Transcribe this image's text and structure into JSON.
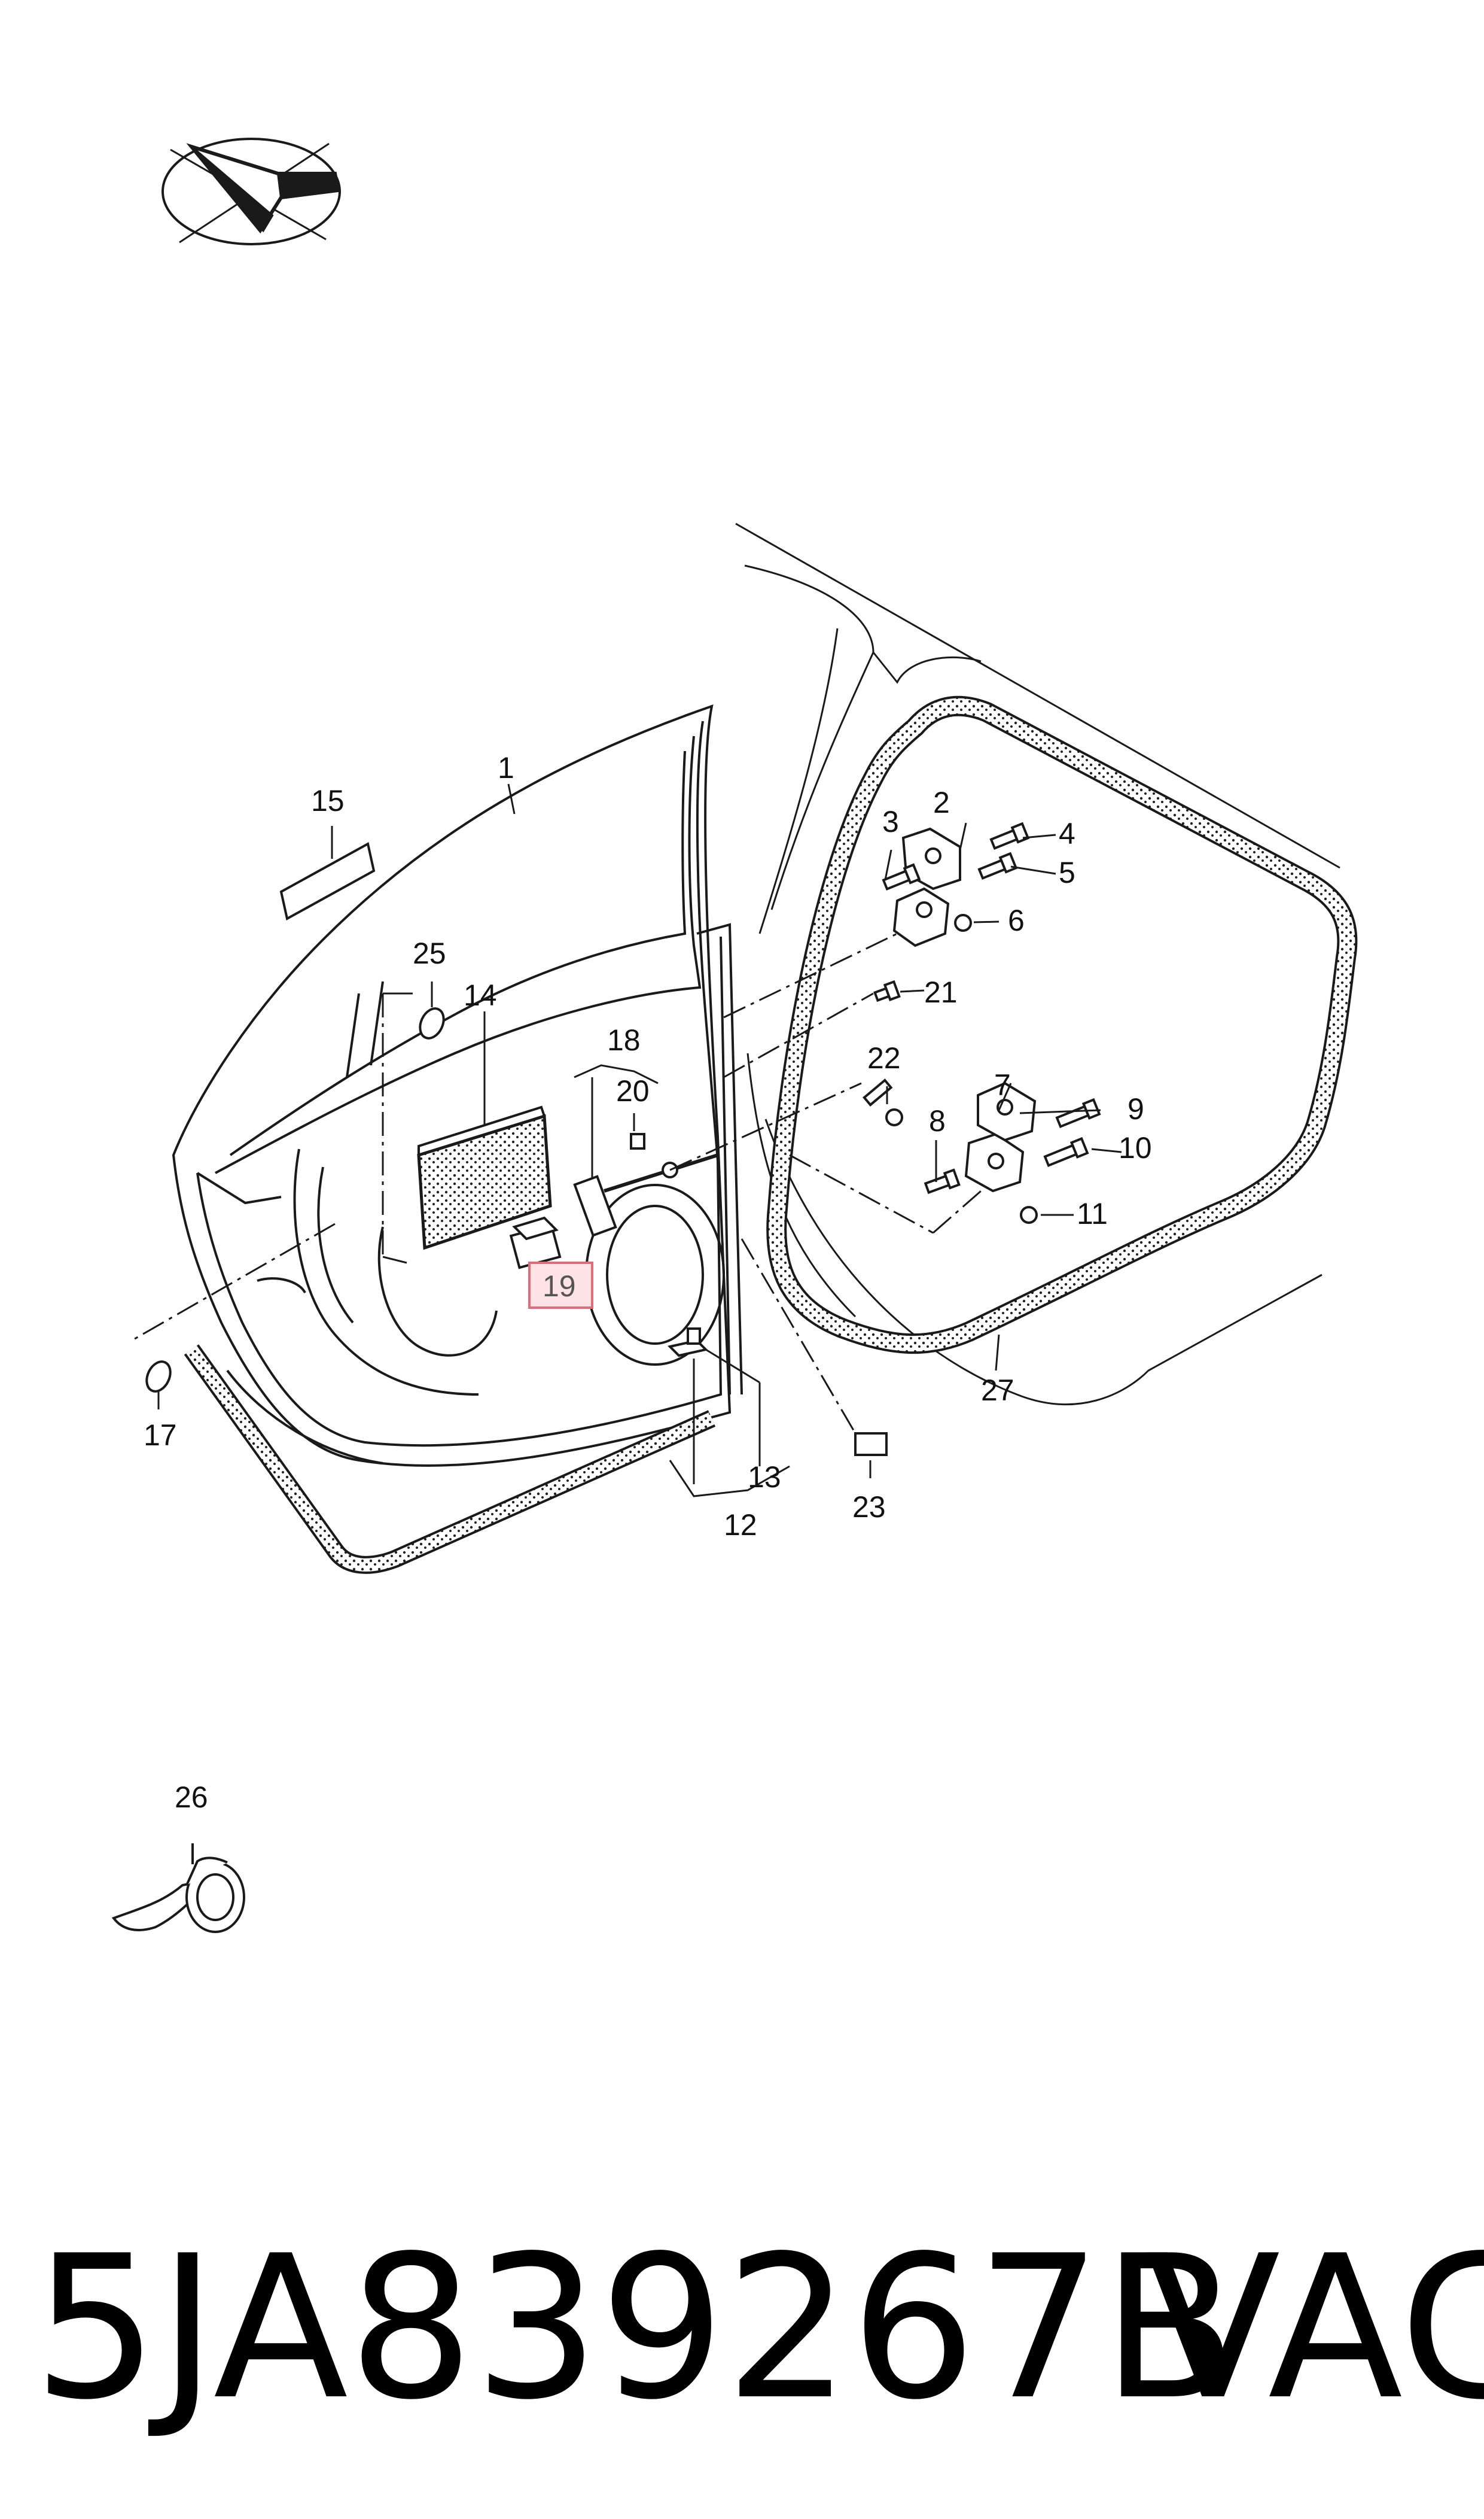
{
  "diagram": {
    "colors": {
      "line": "#1a1a1a",
      "highlight_fill": "#fde3e6",
      "highlight_stroke": "#e26b7a"
    },
    "icons": [
      "compass-orientation-icon",
      "door-shell",
      "door-seal",
      "tape-roll-icon"
    ],
    "callouts": {
      "c1": "1",
      "c2": "2",
      "c3": "3",
      "c4": "4",
      "c5": "5",
      "c6": "6",
      "c7": "7",
      "c8": "8",
      "c9": "9",
      "c10": "10",
      "c11": "11",
      "c12": "12",
      "c13": "13",
      "c14": "14",
      "c15": "15",
      "c17": "17",
      "c18": "18",
      "c19": "19",
      "c20": "20",
      "c21": "21",
      "c22": "22",
      "c23": "23",
      "c25": "25",
      "c26": "26",
      "c27": "27"
    },
    "highlighted_callout": "19"
  },
  "footer": {
    "part_number": "5JA839267B",
    "brand": "VAG"
  }
}
